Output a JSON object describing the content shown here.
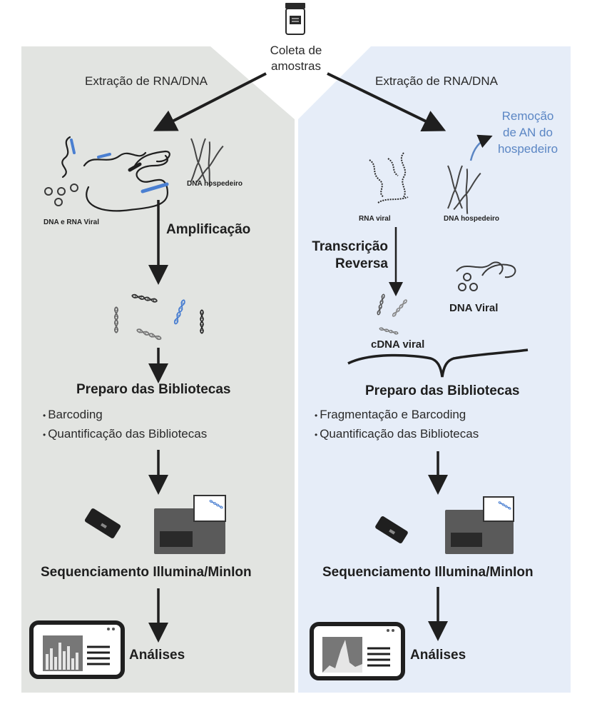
{
  "colors": {
    "left_panel": "#e2e4e1",
    "right_panel": "#e6edf8",
    "arrow": "#1f1f1f",
    "accent_blue": "#5b86c4"
  },
  "top": {
    "sample_label": "Coleta de\namostras"
  },
  "left": {
    "extraction": "Extração de RNA/DNA",
    "host_dna": "DNA hospedeiro",
    "viral_label": "DNA e RNA Viral",
    "amplification": "Amplificação",
    "library_prep": "Preparo das Bibliotecas",
    "bullets": [
      "Barcoding",
      "Quantificação das Bibliotecas"
    ],
    "sequencing": "Sequenciamento Illumina/MinIon",
    "analysis": "Análises"
  },
  "right": {
    "extraction": "Extração de RNA/DNA",
    "host_removal": "Remoção\nde AN do\nhospedeiro",
    "rna_viral": "RNA viral",
    "host_dna": "DNA hospedeiro",
    "reverse_transcription": "Transcrição\nReversa",
    "dna_viral": "DNA Viral",
    "cdna_viral": "cDNA viral",
    "library_prep": "Preparo das Bibliotecas",
    "bullets": [
      "Fragmentação e Barcoding",
      "Quantificação das Bibliotecas"
    ],
    "sequencing": "Sequenciamento Illumina/MinIon",
    "analysis": "Análises"
  },
  "icons": {
    "sample_tube": "sample-jar-icon",
    "chromosome": "chromosome-icon",
    "dna_helix": "dna-helix-icon",
    "minion": "minion-device-icon",
    "sequencer": "sequencer-machine-icon",
    "analysis_screen": "analysis-screen-icon"
  }
}
